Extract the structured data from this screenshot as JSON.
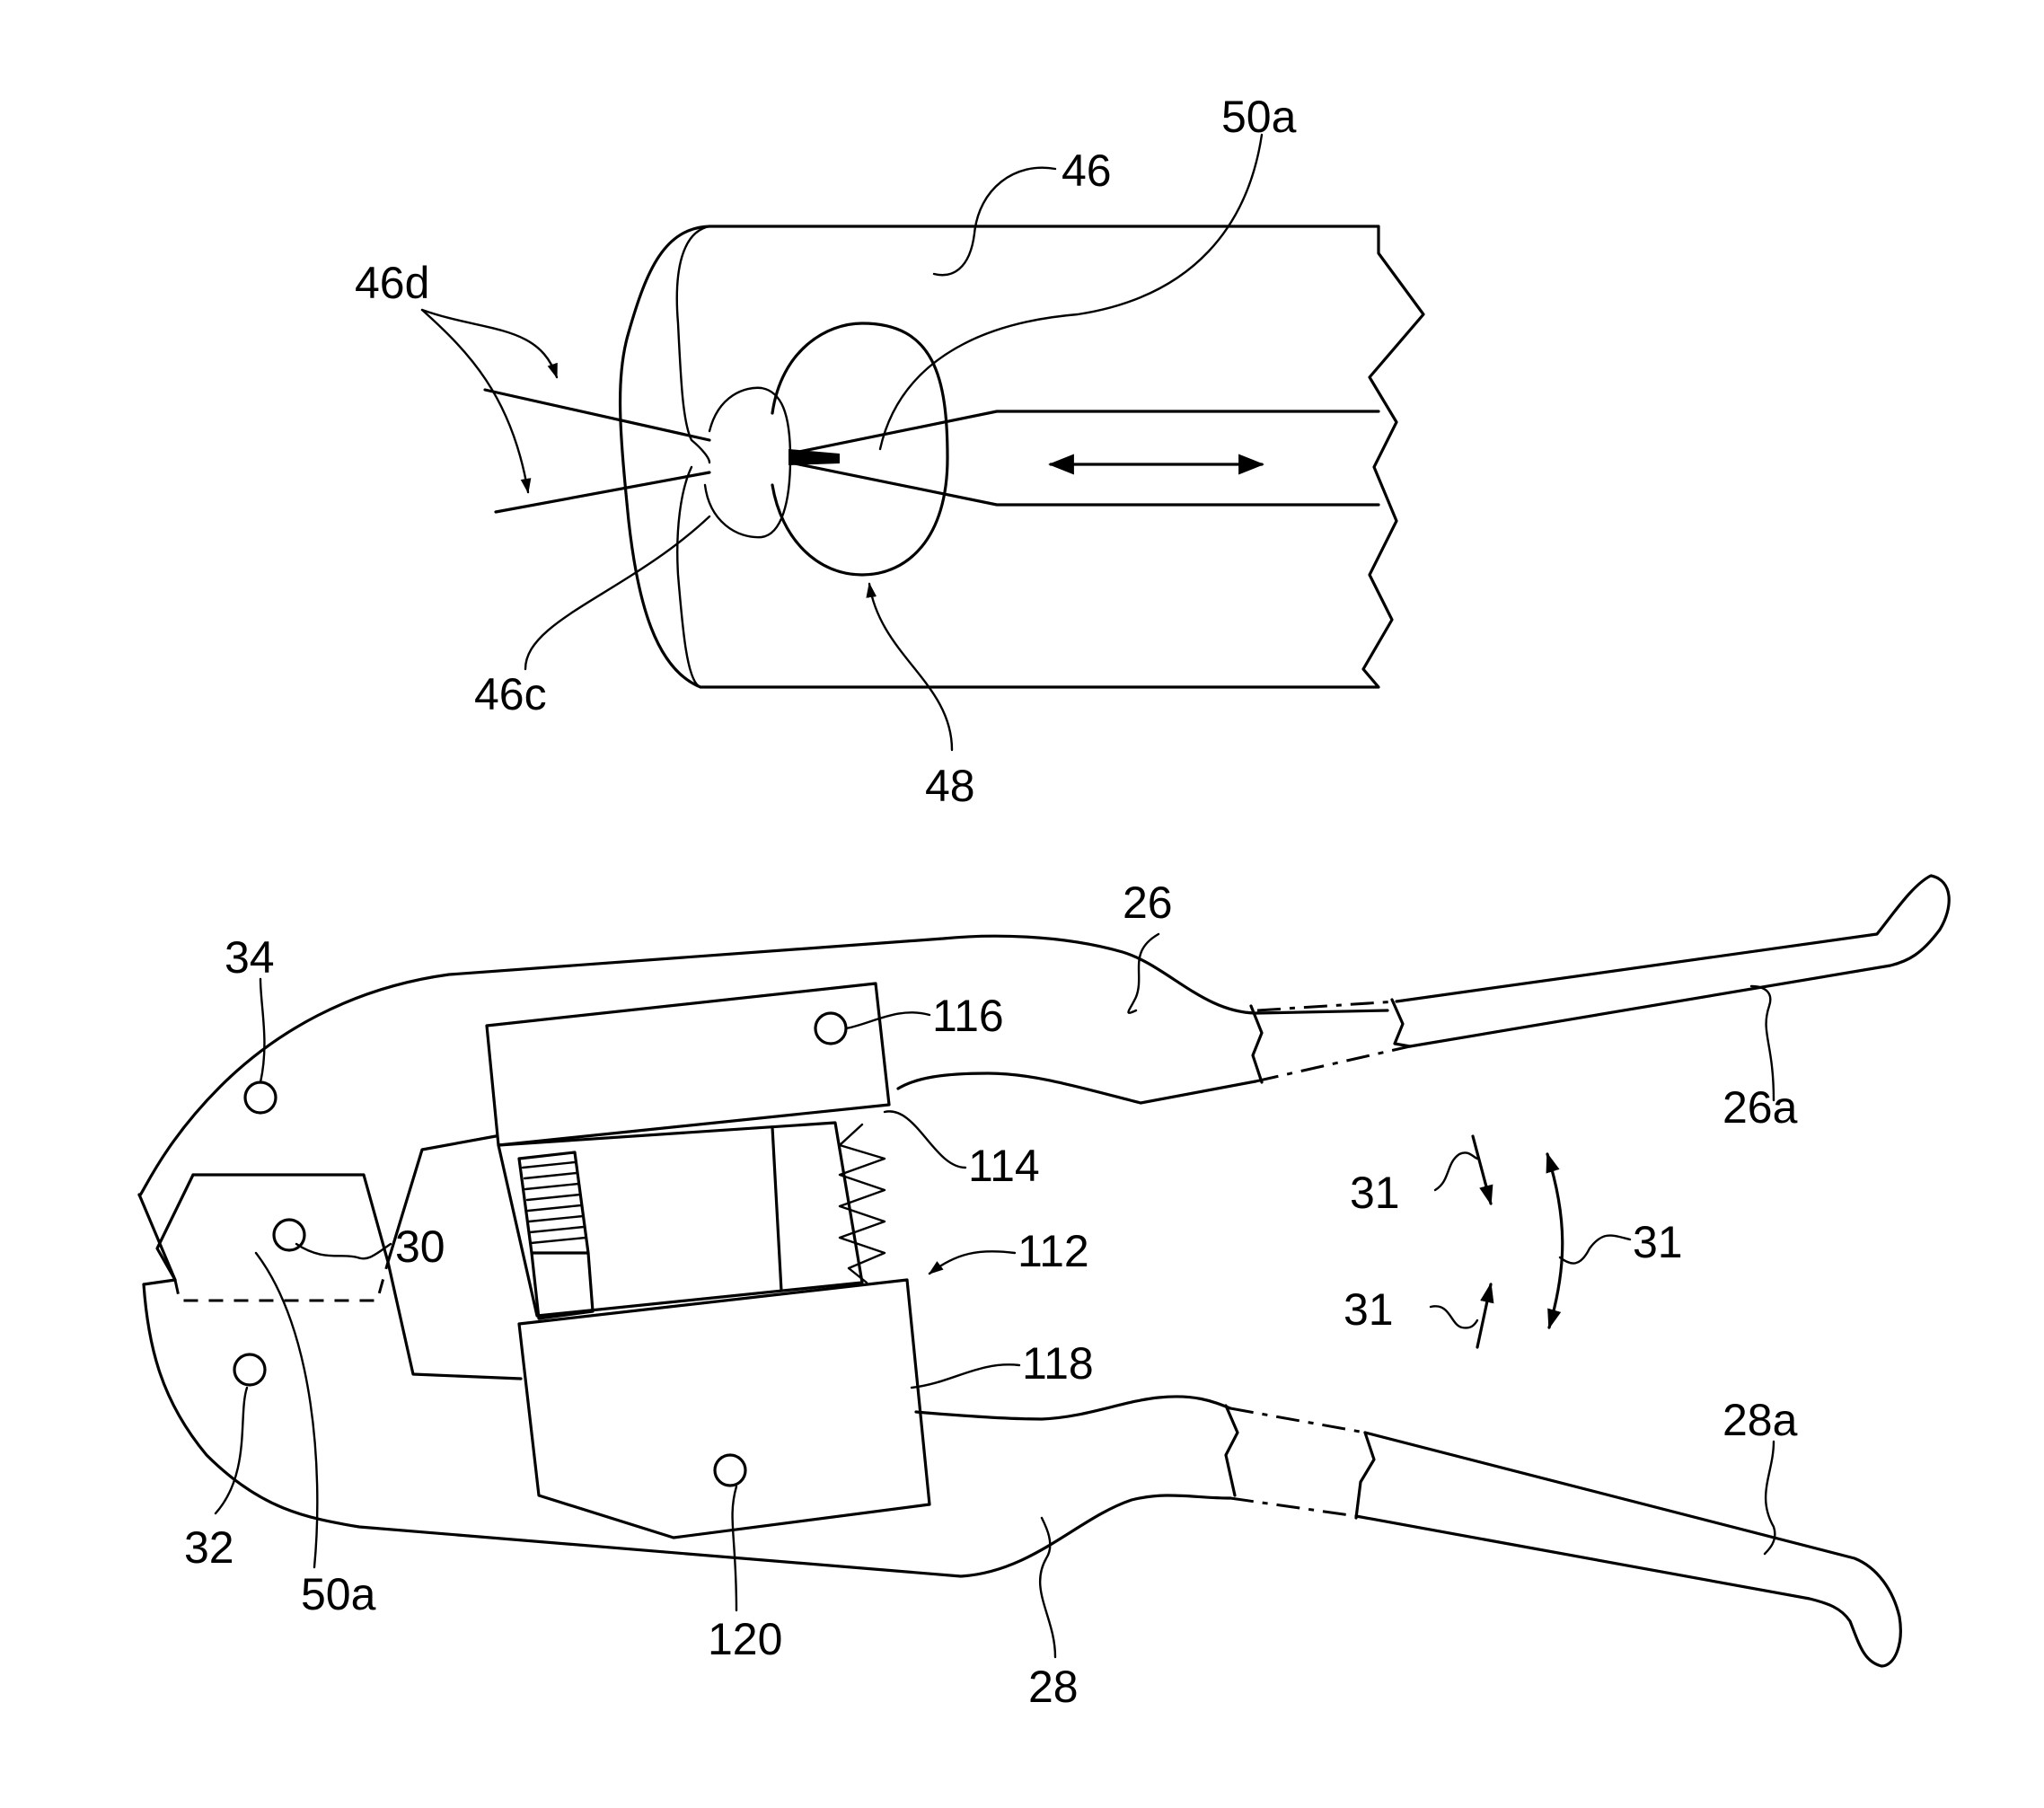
{
  "figure_top": {
    "labels": {
      "l46": "46",
      "l50a": "50a",
      "l46d": "46d",
      "l46c": "46c",
      "l48": "48"
    }
  },
  "figure_bottom": {
    "labels": {
      "l26": "26",
      "l34": "34",
      "l116": "116",
      "l26a": "26a",
      "l114": "114",
      "l31_top": "31",
      "l31_right": "31",
      "l31_bottom": "31",
      "l30": "30",
      "l112": "112",
      "l118": "118",
      "l28a": "28a",
      "l32": "32",
      "l50a": "50a",
      "l120": "120",
      "l28": "28"
    }
  }
}
